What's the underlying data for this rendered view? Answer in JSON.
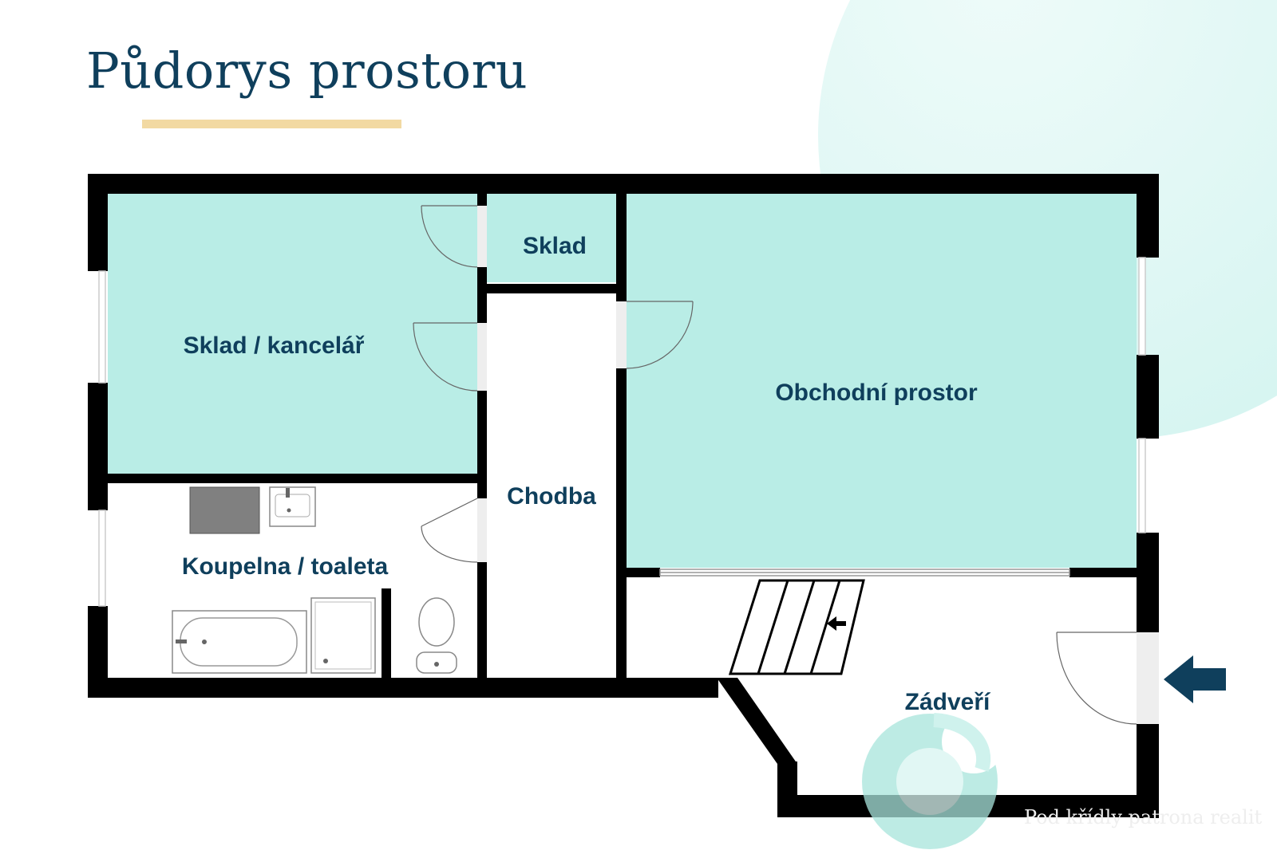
{
  "title": "Půdorys prostoru",
  "colors": {
    "title": "#0f3f5c",
    "accent_line": "#f2d9a2",
    "room_fill": "#b9ede6",
    "wall": "#000000",
    "label": "#0f3f5c",
    "entry_arrow": "#0f3f5c",
    "deco_circle": "#a4e8df"
  },
  "rooms": [
    {
      "id": "sklad-kancelar",
      "label": "Sklad / kancelář"
    },
    {
      "id": "sklad",
      "label": "Sklad"
    },
    {
      "id": "obchodni-prostor",
      "label": "Obchodní prostor"
    },
    {
      "id": "chodba",
      "label": "Chodba"
    },
    {
      "id": "koupelna-toaleta",
      "label": "Koupelna / toaleta"
    },
    {
      "id": "zadveri",
      "label": "Zádveří"
    }
  ],
  "icons": {
    "entry": "entry-arrow-icon",
    "stairs_direction": "stairs-arrow-icon",
    "brand": "logo-icon"
  },
  "watermark": "Pod křídly patrona realit"
}
